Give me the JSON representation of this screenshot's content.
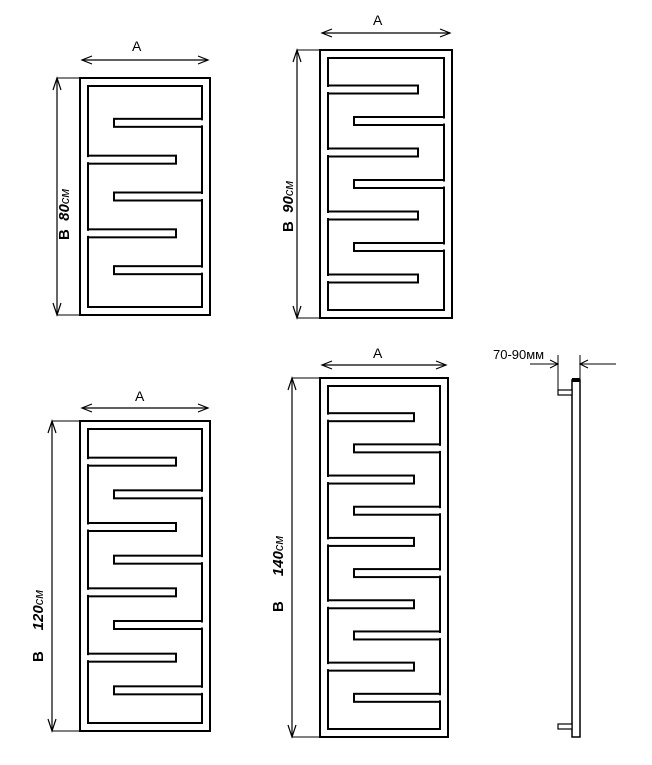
{
  "radiators": [
    {
      "width_label": "A",
      "height_letter": "B",
      "height_value": "80",
      "height_unit": "см"
    },
    {
      "width_label": "A",
      "height_letter": "B",
      "height_value": "90",
      "height_unit": "см"
    },
    {
      "width_label": "A",
      "height_letter": "B",
      "height_value": "120",
      "height_unit": "см"
    },
    {
      "width_label": "A",
      "height_letter": "B",
      "height_value": "140",
      "height_unit": "см"
    }
  ],
  "side_view": {
    "depth_label": "70-90мм"
  }
}
